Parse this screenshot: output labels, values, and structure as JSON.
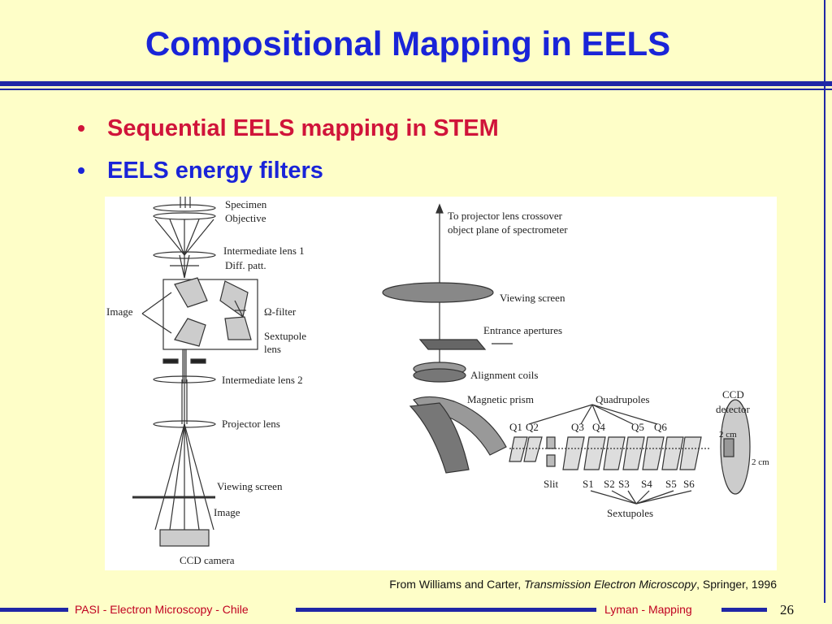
{
  "title": "Compositional Mapping in EELS",
  "bullets": [
    {
      "text": "Sequential EELS mapping in STEM",
      "color": "#d0143a"
    },
    {
      "text": "EELS energy filters",
      "color": "#1a24d8"
    }
  ],
  "figure": {
    "left_labels": {
      "specimen": "Specimen",
      "objective": "Objective",
      "intermediate_lens_1": "Intermediate lens 1",
      "diff_patt": "Diff. patt.",
      "image_left": "Image",
      "omega_filter": "Ω-filter",
      "sextupole": "Sextupole",
      "lens": "lens",
      "intermediate_lens_2": "Intermediate lens 2",
      "projector_lens": "Projector lens",
      "viewing_screen": "Viewing screen",
      "image_bottom": "Image",
      "ccd_camera": "CCD camera"
    },
    "right_labels": {
      "to_projector": "To projector lens crossover",
      "object_plane": "object plane of spectrometer",
      "viewing_screen": "Viewing screen",
      "entrance_apertures": "Entrance apertures",
      "alignment_coils": "Alignment coils",
      "magnetic_prism": "Magnetic prism",
      "quadrupoles": "Quadrupoles",
      "ccd": "CCD",
      "detector": "detector",
      "q1": "Q1",
      "q2": "Q2",
      "q3": "Q3",
      "q4": "Q4",
      "q5": "Q5",
      "q6": "Q6",
      "slit": "Slit",
      "s1": "S1",
      "s2": "S2",
      "s3": "S3",
      "s4": "S4",
      "s5": "S5",
      "s6": "S6",
      "sextupoles": "Sextupoles",
      "two_cm_a": "2 cm",
      "two_cm_b": "2 cm"
    }
  },
  "caption": {
    "prefix": "From Williams and Carter, ",
    "book": "Transmission Electron Microscopy",
    "suffix": ", Springer, 1996"
  },
  "footer": {
    "left": "PASI - Electron Microscopy - Chile",
    "right": "Lyman - Mapping",
    "page": "26"
  }
}
